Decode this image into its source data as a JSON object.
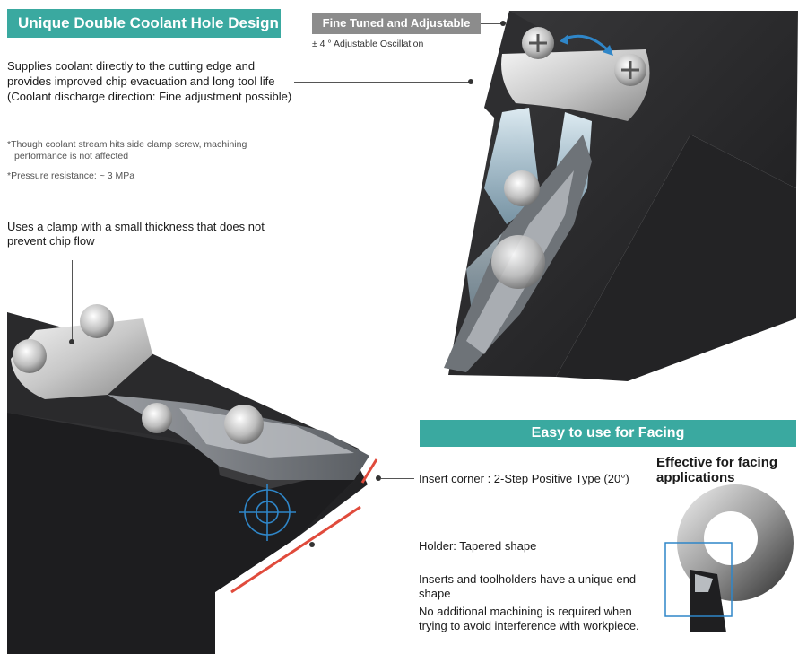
{
  "coolant": {
    "title": "Unique Double Coolant Hole Design",
    "desc_line1": "Supplies coolant directly to the cutting edge and",
    "desc_line2": "provides improved chip evacuation and long tool life",
    "desc_line3": "(Coolant discharge direction: Fine adjustment possible)",
    "note1_line1": "*Though coolant stream hits side clamp screw, machining",
    "note1_line2": "performance is not affected",
    "note2": "*Pressure resistance: ~ 3 MPa"
  },
  "fine_tuned": {
    "title": "Fine Tuned and Adjustable",
    "subtitle": "± 4 ° Adjustable Oscillation"
  },
  "clamp": {
    "line1": "Uses a clamp with a small thickness that does not",
    "line2": "prevent chip flow"
  },
  "facing": {
    "title": "Easy to use for Facing",
    "insert_corner": "Insert corner : 2-Step Positive Type (20°)",
    "holder": "Holder: Tapered shape",
    "effective_line1": "Effective for facing",
    "effective_line2": "applications",
    "unique_line1": "Inserts and toolholders have a unique end",
    "unique_line2": "shape",
    "no_machining_line1": "No additional machining is required when",
    "no_machining_line2": "trying to avoid interference with workpiece."
  },
  "colors": {
    "teal": "#3aa9a0",
    "grey": "#8c8c8c",
    "red_line": "#e04b3c",
    "blue_arrow": "#2f86c8"
  }
}
